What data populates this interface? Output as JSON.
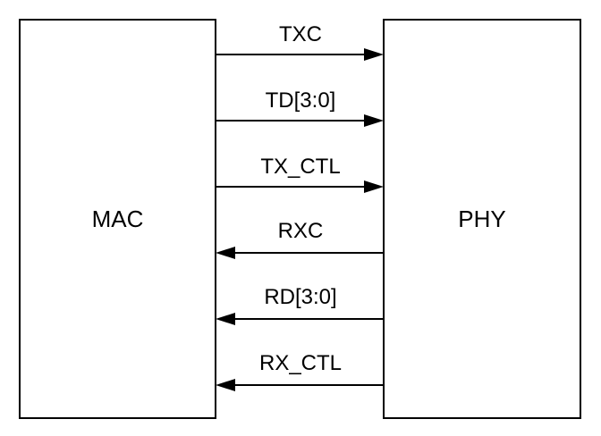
{
  "blocks": {
    "left": "MAC",
    "right": "PHY"
  },
  "signals": [
    {
      "label": "TXC",
      "direction": "to-right"
    },
    {
      "label": "TD[3:0]",
      "direction": "to-right"
    },
    {
      "label": "TX_CTL",
      "direction": "to-right"
    },
    {
      "label": "RXC",
      "direction": "to-left"
    },
    {
      "label": "RD[3:0]",
      "direction": "to-left"
    },
    {
      "label": "RX_CTL",
      "direction": "to-left"
    }
  ],
  "colors": {
    "stroke": "#000000",
    "background": "#ffffff"
  }
}
